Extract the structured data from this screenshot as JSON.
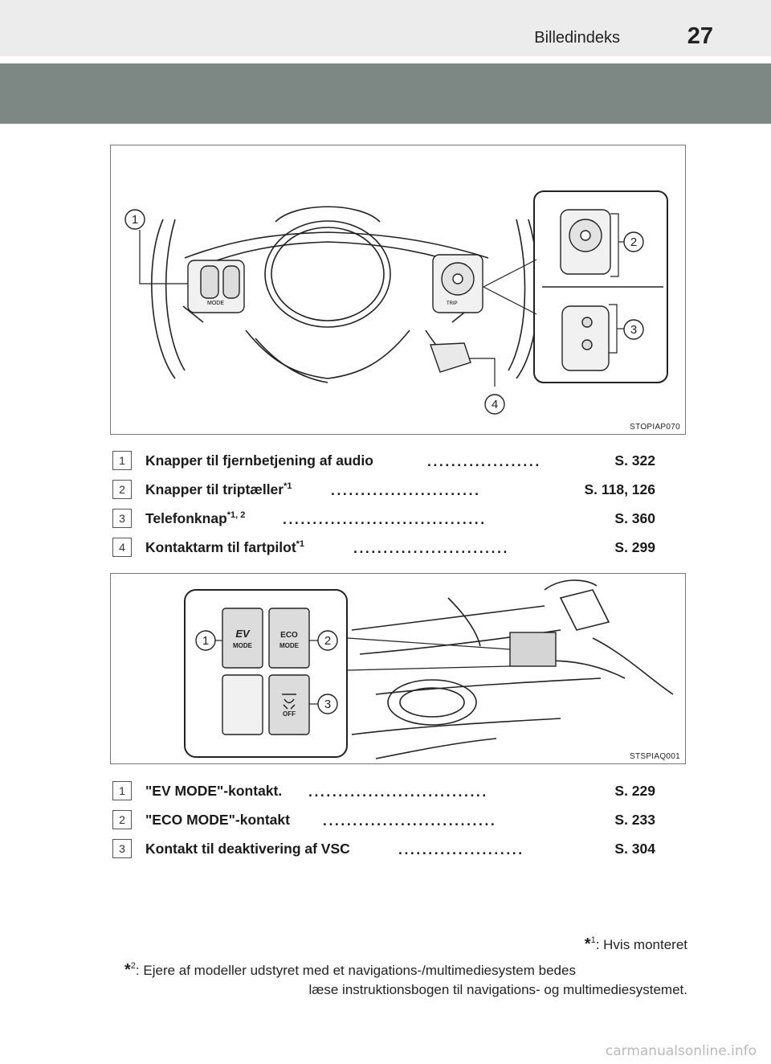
{
  "header": {
    "section_title": "Billedindeks",
    "page_number": "27"
  },
  "figure1": {
    "code": "STOPIAP070",
    "callouts": [
      "1",
      "2",
      "3",
      "4"
    ],
    "labels": {
      "mode": "MODE",
      "trip": "TRIP"
    }
  },
  "list1": [
    {
      "num": "1",
      "label": "Knapper til fjernbetjening af audio",
      "sup": "",
      "page": "S. 322"
    },
    {
      "num": "2",
      "label": "Knapper til triptæller",
      "sup": "*1",
      "page": "S. 118, 126"
    },
    {
      "num": "3",
      "label": "Telefonknap",
      "sup": "*1, 2",
      "page": "S. 360"
    },
    {
      "num": "4",
      "label": "Kontaktarm til fartpilot",
      "sup": "*1",
      "page": "S. 299"
    }
  ],
  "figure2": {
    "code": "STSPIAQ001",
    "callouts": [
      "1",
      "2",
      "3"
    ],
    "labels": {
      "ev": "EV",
      "mode": "MODE",
      "eco": "ECO",
      "off": "OFF"
    }
  },
  "list2": [
    {
      "num": "1",
      "label": "\"EV MODE\"-kontakt.",
      "page": "S. 229"
    },
    {
      "num": "2",
      "label": "\"ECO MODE\"-kontakt",
      "page": "S. 233"
    },
    {
      "num": "3",
      "label": "Kontakt til deaktivering af VSC",
      "page": "S. 304"
    }
  ],
  "footnotes": {
    "star": "*",
    "note1_sup": "1",
    "note1_text": ": Hvis monteret",
    "note2_sup": "2",
    "note2_line1": ": Ejere af modeller udstyret med et navigations-/multimediesystem bedes",
    "note2_line2": "læse instruktionsbogen til navigations- og multimediesystemet."
  },
  "watermark": "carmanualsonline.info"
}
